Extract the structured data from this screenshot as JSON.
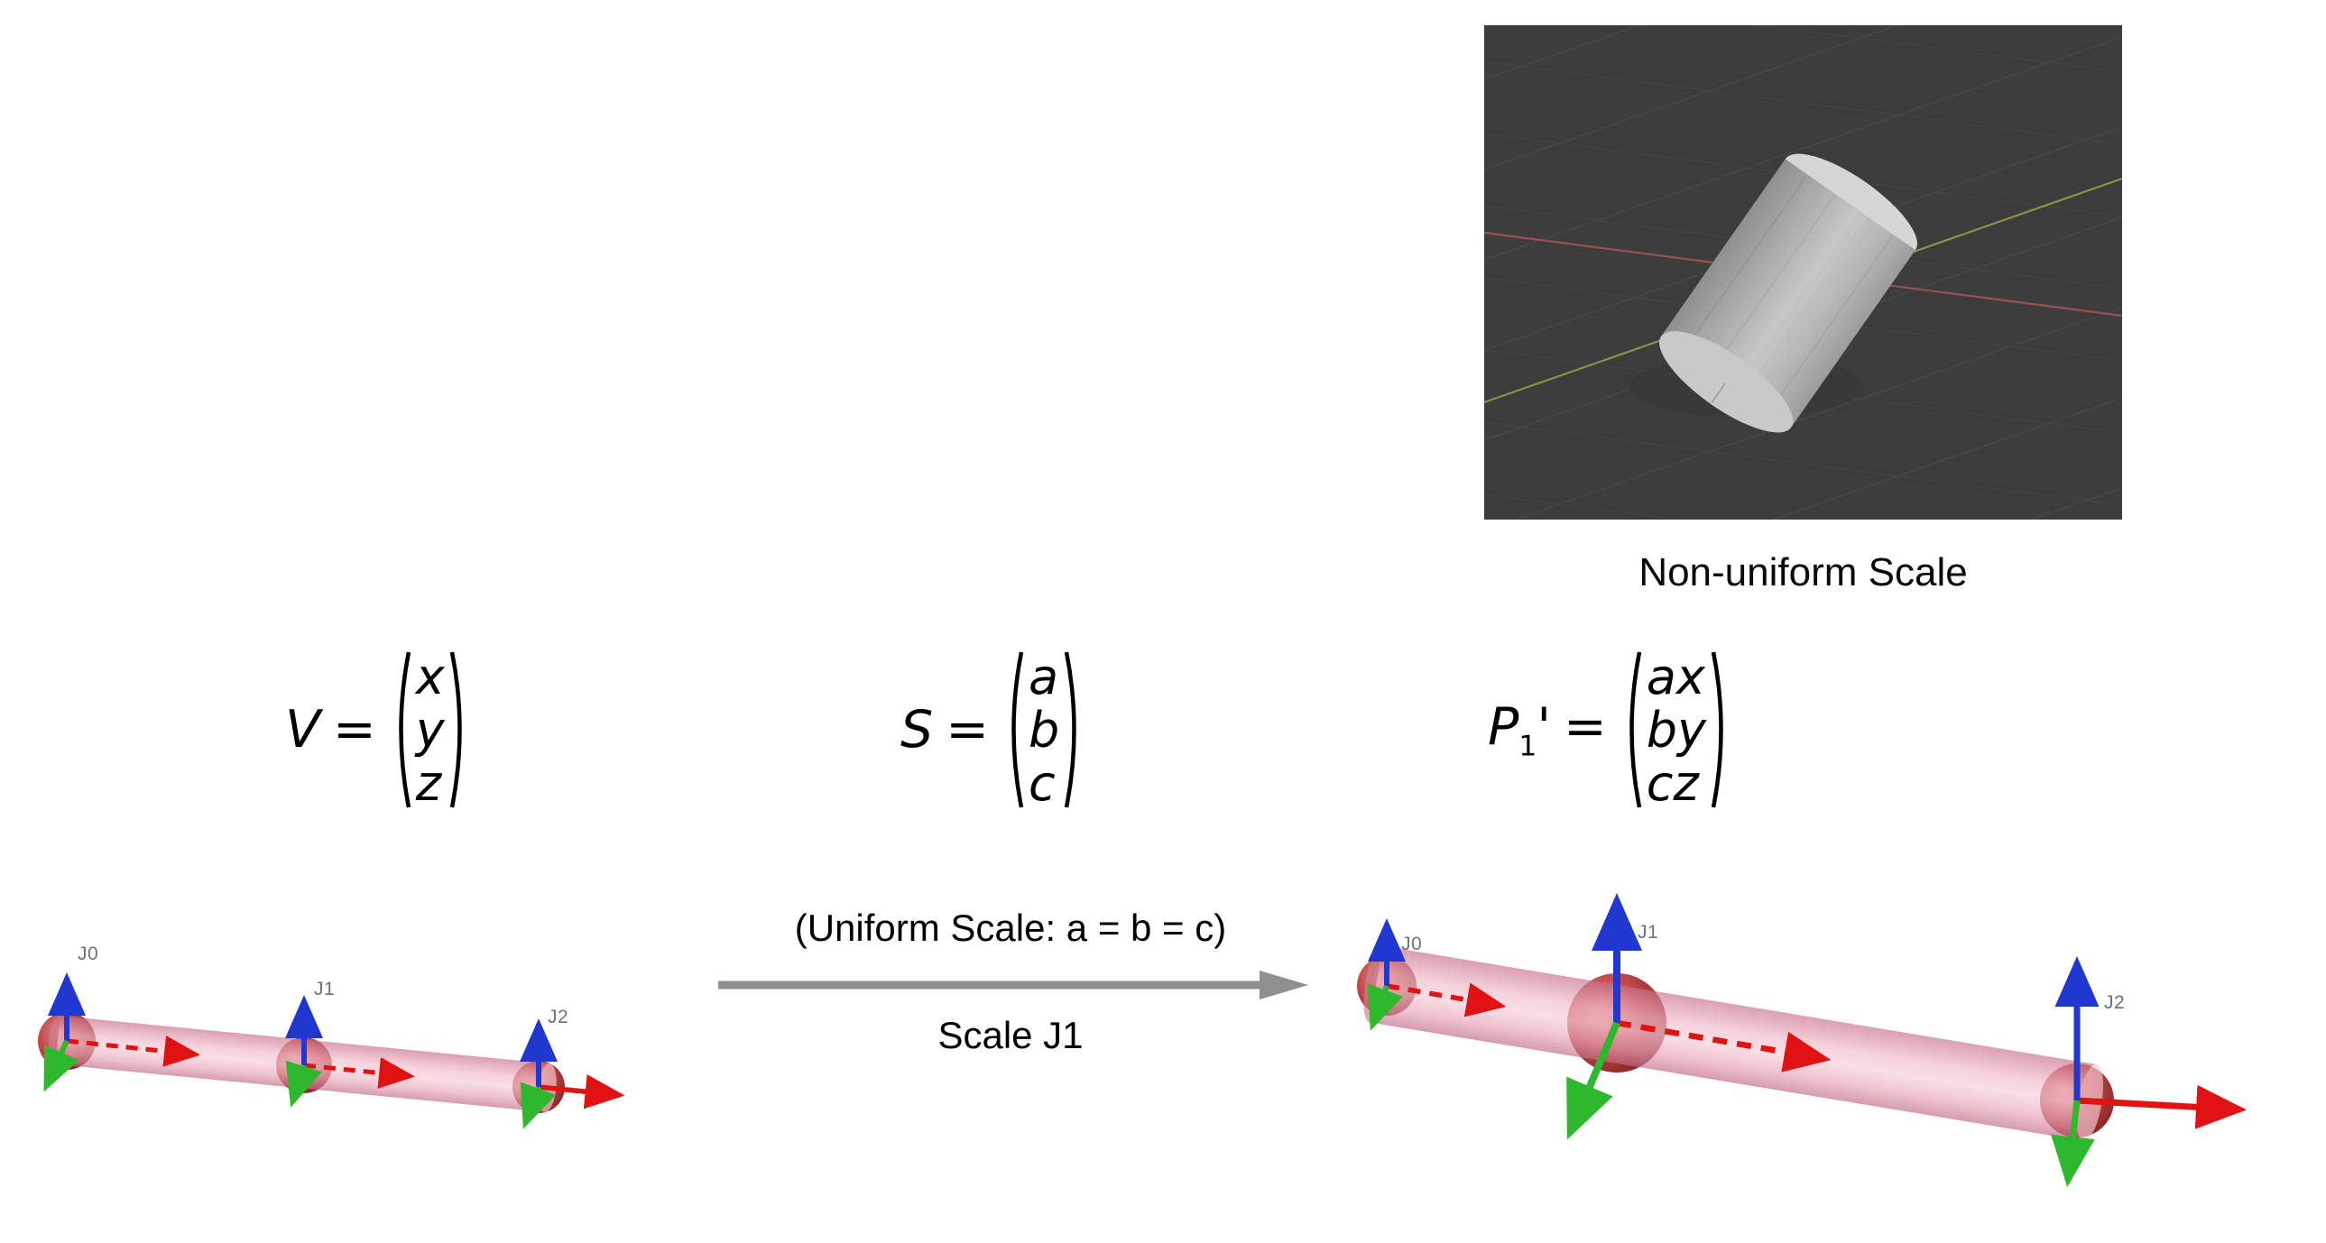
{
  "viewport": {
    "caption": "Non-uniform Scale"
  },
  "formulas": {
    "v": {
      "lhs": "V",
      "eq": "=",
      "rows": [
        "x",
        "y",
        "z"
      ]
    },
    "s": {
      "lhs": "S",
      "eq": "=",
      "rows": [
        "a",
        "b",
        "c"
      ]
    },
    "p1": {
      "lhs": "P",
      "sub": "1",
      "prime": "'",
      "eq": "=",
      "rows": [
        "ax",
        "by",
        "cz"
      ]
    }
  },
  "transition": {
    "condition": "(Uniform Scale: a = b = c)",
    "action": "Scale J1"
  },
  "arms": {
    "left": {
      "joints": [
        "J0",
        "J1",
        "J2"
      ]
    },
    "right": {
      "joints": [
        "J0",
        "J1",
        "J2"
      ]
    }
  },
  "colors": {
    "viewport_bg": "#3c3c3c",
    "bone_pink": "#f2bccb",
    "joint_red": "#b03a3a",
    "axis_x_red": "#e01212",
    "axis_y_green": "#2eb82e",
    "axis_z_blue": "#2038d0",
    "transition_gray": "#8f8f8f",
    "label_gray": "#70707a"
  }
}
